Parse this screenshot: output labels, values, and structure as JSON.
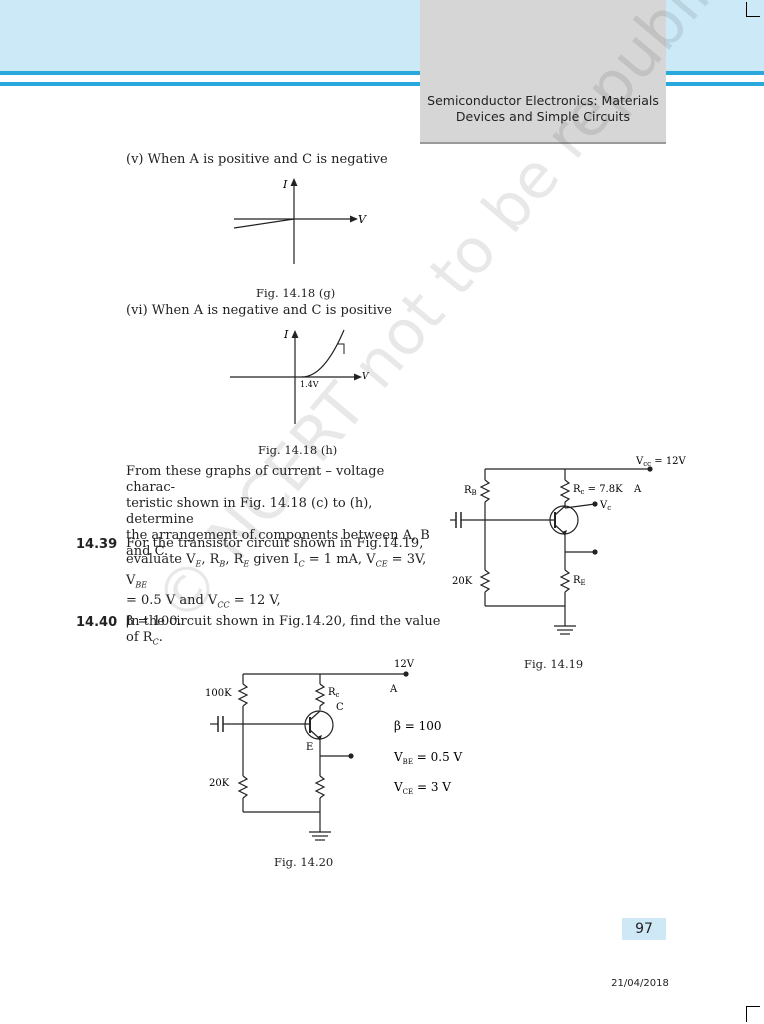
{
  "header": {
    "line1": "Semiconductor Electronics: Materials",
    "line2": "Devices and Simple Circuits"
  },
  "section_v": {
    "label": "(v) When A is positive and C is negative",
    "axis_i": "I",
    "axis_v": "V",
    "caption": "Fig. 14.18 (g)"
  },
  "section_vi": {
    "label": "(vi) When A is negative and C is positive",
    "axis_i": "I",
    "axis_v": "V",
    "knee": "1.4V",
    "caption": "Fig. 14.18 (h)"
  },
  "paragraph": {
    "line1": "From these graphs of current – voltage charac-",
    "line2": "teristic shown in Fig. 14.18 (c) to (h), determine",
    "line3": "the arrangement of components between A, B",
    "line4": "and C."
  },
  "q39": {
    "num": "14.39",
    "line1": "For the transistor circuit shown in Fig.14.19,",
    "line2a": "evaluate V",
    "line2b": "E",
    "line2c": ", R",
    "line2d": "B",
    "line2e": ", R",
    "line2f": "E",
    "line2g": " given I",
    "line2h": "C",
    "line2i": " = 1 mA, V",
    "line2j": "CE",
    "line2k": " = 3V, V",
    "line2l": "BE",
    "line3a": "= 0.5 V and V",
    "line3b": "CC",
    "line3c": " = 12 V,",
    "line4": "β = 100."
  },
  "q40": {
    "num": "14.40",
    "line1": "In the circuit shown in Fig.14.20, find the value",
    "line2a": "of R",
    "line2b": "C",
    "line2c": "."
  },
  "fig19": {
    "vcc": "V",
    "vcc_sub": "cc",
    "vcc_val": " = 12V",
    "rb": "R",
    "rb_sub": "B",
    "rc": "R",
    "rc_sub": "c",
    "rc_val": " = 7.8K",
    "a": "A",
    "vc": "V",
    "vc_sub": "c",
    "r20k": "20K",
    "re": "R",
    "re_sub": "E",
    "caption": "Fig. 14.19"
  },
  "fig20": {
    "v12": "12V",
    "a": "A",
    "r100k": "100K",
    "rc": "R",
    "rc_sub": "c",
    "c": "C",
    "e": "E",
    "r20k": "20K",
    "beta": "β = 100",
    "vbe": "V",
    "vbe_sub": "BE",
    "vbe_val": " = 0.5 V",
    "vce": "V",
    "vce_sub": "CE",
    "vce_val": " = 3 V",
    "caption": "Fig. 14.20"
  },
  "watermark": "© NCERT not to be republished",
  "page_number": "97",
  "date": "21/04/2018"
}
